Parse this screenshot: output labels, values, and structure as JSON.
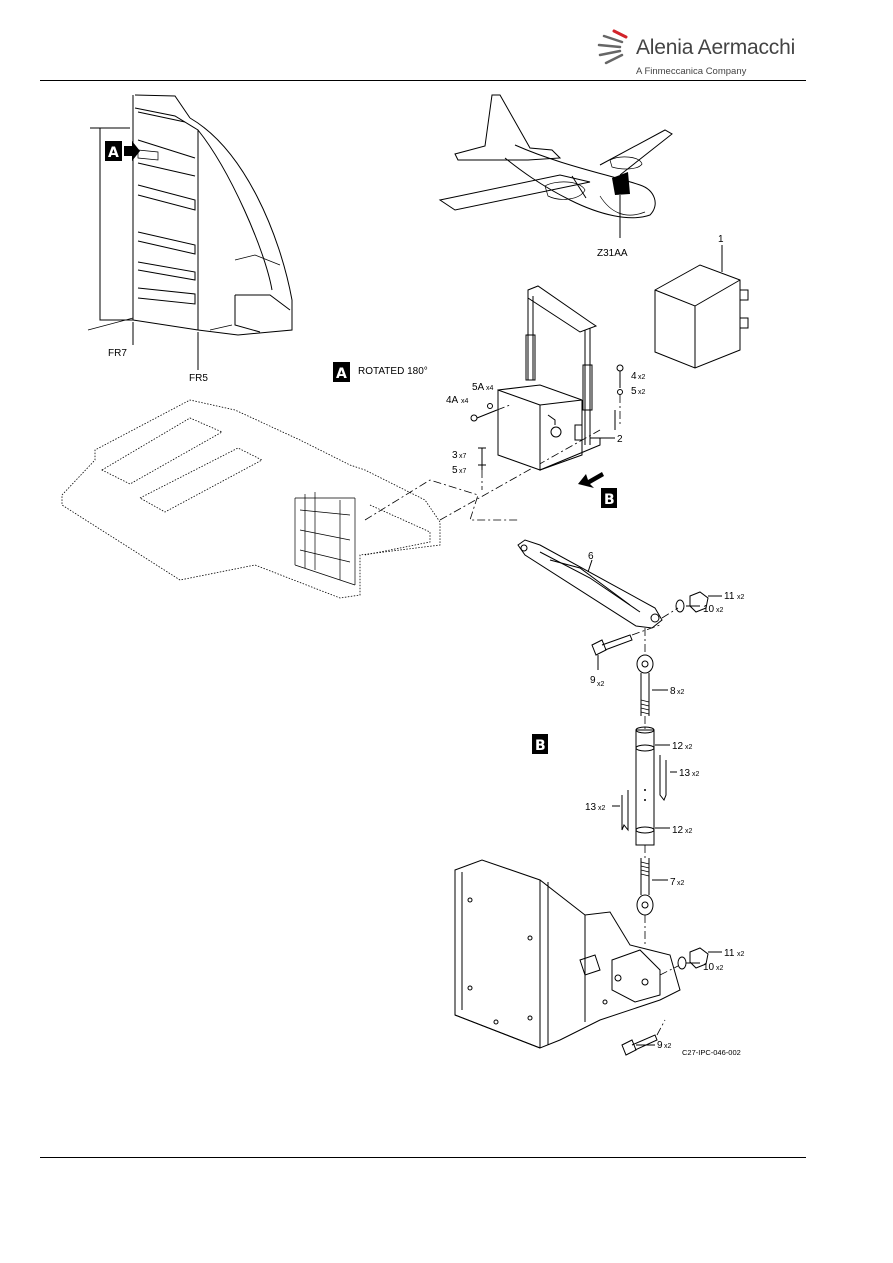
{
  "header": {
    "brand_name": "Alenia Aermacchi",
    "brand_tagline": "A Finmeccanica Company",
    "brand_colors": {
      "text": "#444444",
      "accent": "#d2232a"
    }
  },
  "figure": {
    "view_a_badge": "A",
    "view_b_badge": "B",
    "rotated_label": "ROTATED 180°",
    "frame_labels": {
      "fr7": "FR7",
      "fr5": "FR5"
    },
    "zone_label": "Z31AA",
    "figure_code": "C27-IPC-046-002",
    "callouts": [
      {
        "item": "1",
        "qty": ""
      },
      {
        "item": "2",
        "qty": ""
      },
      {
        "item": "3",
        "qty": "x7"
      },
      {
        "item": "4",
        "qty": "x2"
      },
      {
        "item": "4A",
        "qty": "x4"
      },
      {
        "item": "5",
        "qty": "x2"
      },
      {
        "item": "5",
        "qty": "x7"
      },
      {
        "item": "5A",
        "qty": "x4"
      },
      {
        "item": "6",
        "qty": ""
      },
      {
        "item": "7",
        "qty": "x2"
      },
      {
        "item": "8",
        "qty": "x2"
      },
      {
        "item": "9",
        "qty": "x2"
      },
      {
        "item": "9",
        "qty": "x2"
      },
      {
        "item": "10",
        "qty": "x2"
      },
      {
        "item": "10",
        "qty": "x2"
      },
      {
        "item": "11",
        "qty": "x2"
      },
      {
        "item": "11",
        "qty": "x2"
      },
      {
        "item": "12",
        "qty": "x2"
      },
      {
        "item": "12",
        "qty": "x2"
      },
      {
        "item": "13",
        "qty": "x2"
      },
      {
        "item": "13",
        "qty": "x2"
      }
    ]
  }
}
